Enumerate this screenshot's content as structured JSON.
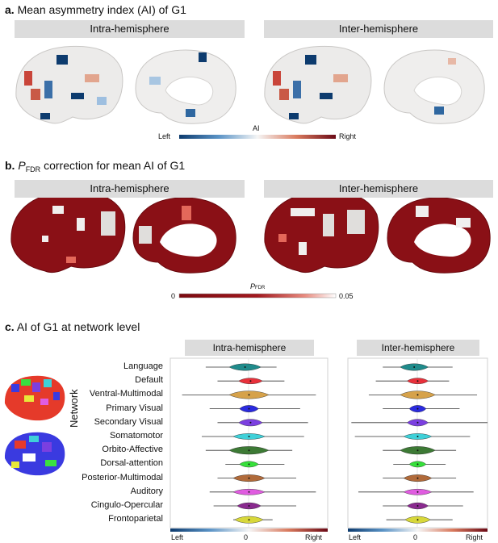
{
  "panel_a": {
    "letter": "a.",
    "title": "Mean asymmetry index (AI) of G1",
    "headers": [
      "Intra-hemisphere",
      "Inter-hemisphere"
    ],
    "colorbar": {
      "label": "AI",
      "left": "Left",
      "right": "Right"
    }
  },
  "panel_b": {
    "letter": "b.",
    "title_p": "P",
    "title_sub": "FDR",
    "title_rest": " correction for mean AI of G1",
    "headers": [
      "Intra-hemisphere",
      "Inter-hemisphere"
    ],
    "colorbar": {
      "label_p": "P",
      "label_sub": "FDR",
      "min": "0",
      "max": "0.05"
    }
  },
  "panel_c": {
    "letter": "c.",
    "title": "AI of G1 at network level",
    "ylabel": "Network",
    "headers": [
      "Intra-hemisphere",
      "Inter-hemisphere"
    ],
    "axis": {
      "left": "Left",
      "mid": "0",
      "right": "Right"
    }
  },
  "chart_data": {
    "type": "violin",
    "categories": [
      "Language",
      "Default",
      "Ventral-Multimodal",
      "Primary Visual",
      "Secondary Visual",
      "Somatomotor",
      "Orbito-Affective",
      "Dorsal-attention",
      "Posterior-Multimodal",
      "Auditory",
      "Cingulo-Opercular",
      "Frontoparietal"
    ],
    "colors": [
      "#1f8b8b",
      "#e8303a",
      "#d6a24a",
      "#2a2adf",
      "#7b3fe0",
      "#3fd0d8",
      "#3d7a35",
      "#36e03a",
      "#b06a3a",
      "#e05ce0",
      "#8a2a8f",
      "#d8d83a"
    ],
    "xlim": [
      -1,
      1
    ],
    "series": [
      {
        "name": "Intra-hemisphere",
        "whisker": [
          [
            -0.55,
            0.35
          ],
          [
            -0.4,
            0.45
          ],
          [
            -0.85,
            0.85
          ],
          [
            -0.5,
            0.65
          ],
          [
            -0.4,
            0.75
          ],
          [
            -0.6,
            0.7
          ],
          [
            -0.55,
            0.55
          ],
          [
            -0.3,
            0.45
          ],
          [
            -0.4,
            0.6
          ],
          [
            -0.5,
            0.85
          ],
          [
            -0.45,
            0.6
          ],
          [
            -0.2,
            0.3
          ]
        ],
        "width": [
          0.7,
          0.6,
          0.8,
          0.7,
          0.7,
          0.6,
          0.8,
          0.6,
          0.7,
          0.6,
          0.65,
          0.7
        ],
        "spread": [
          0.2,
          0.15,
          0.25,
          0.12,
          0.15,
          0.2,
          0.25,
          0.12,
          0.2,
          0.2,
          0.15,
          0.18
        ],
        "center": [
          -0.05,
          0.02,
          0.0,
          0.0,
          0.02,
          0.0,
          0.0,
          0.0,
          0.0,
          0.0,
          0.0,
          0.0
        ]
      },
      {
        "name": "Inter-hemisphere",
        "whisker": [
          [
            -0.5,
            0.5
          ],
          [
            -0.6,
            0.45
          ],
          [
            -0.7,
            0.85
          ],
          [
            -0.5,
            0.6
          ],
          [
            -0.95,
            1.0
          ],
          [
            -0.9,
            0.75
          ],
          [
            -0.5,
            0.55
          ],
          [
            -0.35,
            0.4
          ],
          [
            -0.5,
            0.55
          ],
          [
            -0.85,
            0.8
          ],
          [
            -0.5,
            0.65
          ],
          [
            -0.45,
            0.5
          ]
        ],
        "width": [
          0.7,
          0.6,
          0.8,
          0.7,
          0.7,
          0.6,
          0.8,
          0.6,
          0.7,
          0.6,
          0.65,
          0.7
        ],
        "spread": [
          0.2,
          0.15,
          0.25,
          0.12,
          0.15,
          0.2,
          0.25,
          0.12,
          0.2,
          0.2,
          0.15,
          0.18
        ],
        "center": [
          -0.05,
          0.0,
          0.0,
          0.0,
          0.0,
          0.0,
          0.0,
          0.0,
          0.0,
          0.0,
          0.0,
          0.0
        ]
      }
    ]
  }
}
